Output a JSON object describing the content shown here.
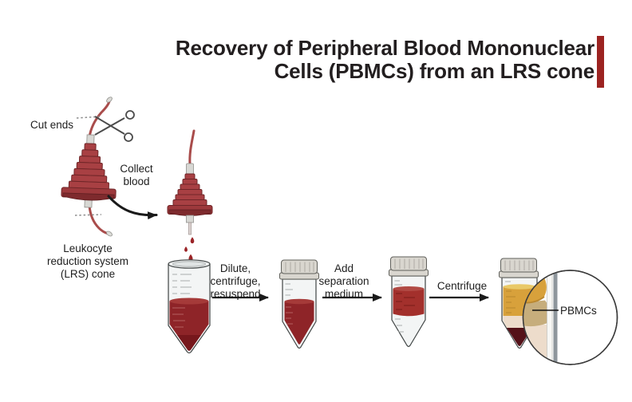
{
  "title": {
    "lines": "Recovery of Peripheral Blood Mononuclear\nCells (PBMCs) from an LRS cone"
  },
  "labels": {
    "cut_ends": "Cut ends",
    "collect_blood": "Collect\nblood",
    "lrs_cone": "Leukocyte\nreduction system\n(LRS) cone",
    "step1": "Dilute,\ncentrifuge,\nresuspend",
    "step2": "Add\nseparation\nmedium",
    "step3": "Centrifuge",
    "pbmcs": "PBMCs"
  },
  "icons": {
    "scissors": "scissors-icon",
    "blood_drops": "blood-drip-icons"
  },
  "colors": {
    "accent_bar": "#9c2321",
    "title_text": "#221e1f",
    "cone_red": "#a84043",
    "tubing_red": "#a94c4b",
    "blood": "#8e2428",
    "blood_surface": "#a53a39",
    "diluted_band_red": "#a3302c",
    "plasma_yellow": "#d8a13b",
    "pbmc_band_tan": "#c6ad7c",
    "beige_layer": "#eddccb",
    "rbc_pellet": "#541118",
    "tube_body": "#f3f5f5",
    "cap_grey": "#d9d6cf"
  }
}
